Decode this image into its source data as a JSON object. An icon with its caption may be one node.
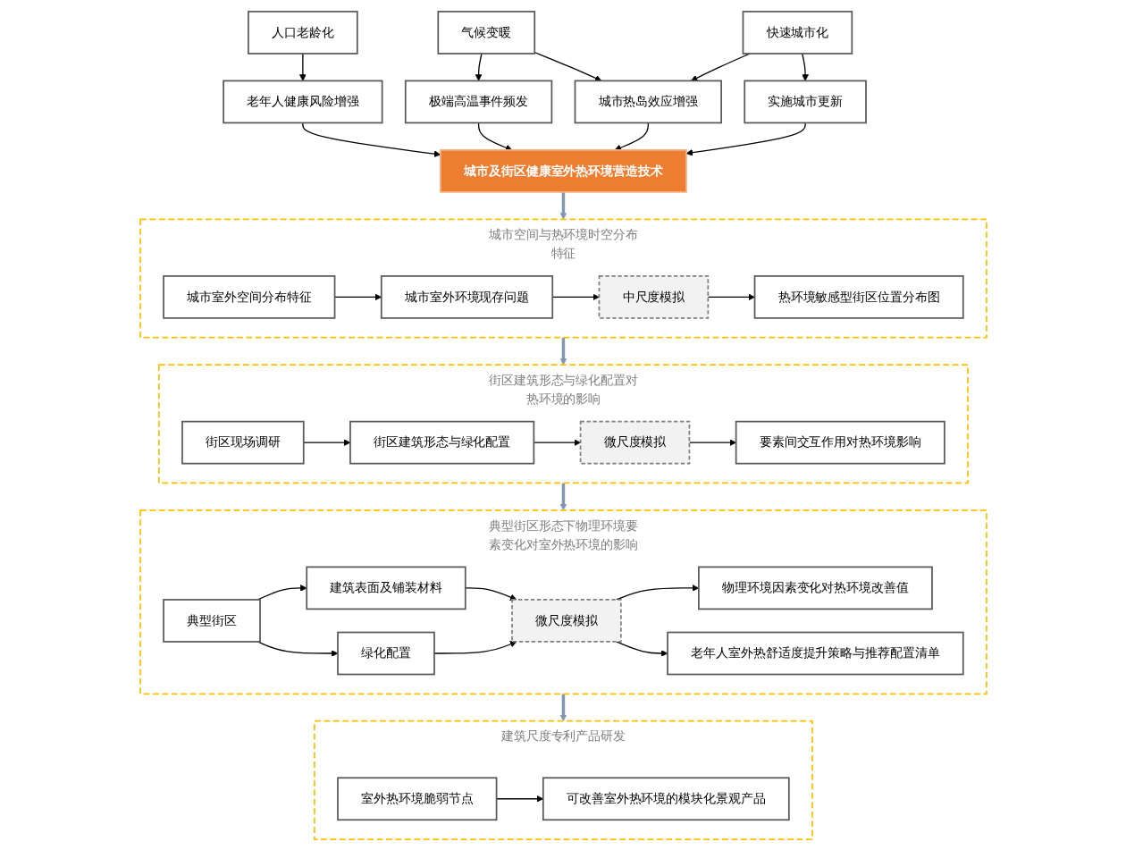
{
  "diagram": {
    "nodes": [
      {
        "text": [
          "人口老龄化"
        ]
      },
      {
        "text": [
          "气候变暖"
        ]
      },
      {
        "text": [
          "快速城市化"
        ]
      },
      {
        "text": [
          "老年人健康风险增强"
        ]
      },
      {
        "text": [
          "极端高温事件频发"
        ]
      },
      {
        "text": [
          "城市热岛效应增强"
        ]
      },
      {
        "text": [
          "实施城市更新"
        ]
      },
      {
        "text": [
          "城市及街区健康室外热环境营造技术"
        ]
      },
      {
        "text": [
          "城市空间与热环境时空分布特征"
        ]
      },
      {
        "text": [
          "城市室外空间分布特征"
        ],
        "in": 8
      },
      {
        "text": [
          "城市室外环境现存问题"
        ],
        "in": 8
      },
      {
        "text": [
          "中尺度模拟"
        ],
        "in": 8
      },
      {
        "text": [
          "热环境敏感型街区位置分布图"
        ],
        "in": 8
      },
      {
        "text": [
          "街区建筑形态与绿化配置对热环境的影响"
        ]
      },
      {
        "text": [
          "街区现场调研"
        ],
        "in": 13
      },
      {
        "text": [
          "街区建筑形态与绿化配置"
        ],
        "in": 13
      },
      {
        "text": [
          "微尺度模拟"
        ],
        "in": 13
      },
      {
        "text": [
          "要素间交互作用对热环境影响"
        ],
        "in": 13
      },
      {
        "text": [
          "典型街区形态下物理环境要素变化对室外热环境的影响"
        ]
      },
      {
        "text": [
          "典型街区"
        ],
        "in": 18
      },
      {
        "text": [
          "建筑表面及铺装材料"
        ],
        "in": 18
      },
      {
        "text": [
          "绿化配置"
        ],
        "in": 18
      },
      {
        "text": [
          "微尺度模拟"
        ],
        "in": 18
      },
      {
        "text": [
          "物理环境因素变化对热环境改善值"
        ],
        "in": 18
      },
      {
        "text": [
          "老年人室外热舒适度提升策略与推荐配置清单"
        ],
        "in": 18
      },
      {
        "text": [
          "建筑尺度专利产品研发"
        ]
      },
      {
        "text": [
          "室外热环境脆弱节点"
        ],
        "in": 25
      },
      {
        "text": [
          "可改善室外热环境的模块化景观产品"
        ],
        "in": 25
      }
    ],
    "edges": [
      {
        "from": 0,
        "to": 3,
        "arrow": "to"
      },
      {
        "from": 1,
        "to": 4,
        "arrow": "to"
      },
      {
        "from": 1,
        "to": 5,
        "arrow": "to"
      },
      {
        "from": 2,
        "to": 5,
        "arrow": "to"
      },
      {
        "from": 2,
        "to": 6,
        "arrow": "to"
      },
      {
        "from": 3,
        "to": 7,
        "arrow": "to"
      },
      {
        "from": 4,
        "to": 7,
        "arrow": "to"
      },
      {
        "from": 5,
        "to": 7,
        "arrow": "to"
      },
      {
        "from": 6,
        "to": 7,
        "arrow": "to"
      },
      {
        "from": 7,
        "to": 8,
        "arrow": "to",
        "style": "thick",
        "color": "#8497b0"
      },
      {
        "from": 9,
        "to": 10,
        "arrow": "to"
      },
      {
        "from": 10,
        "to": 11,
        "arrow": "to"
      },
      {
        "from": 11,
        "to": 12,
        "arrow": "to"
      },
      {
        "from": 8,
        "to": 13,
        "arrow": "to",
        "style": "thick",
        "color": "#8497b0"
      },
      {
        "from": 14,
        "to": 15,
        "arrow": "to"
      },
      {
        "from": 15,
        "to": 16,
        "arrow": "to"
      },
      {
        "from": 16,
        "to": 17,
        "arrow": "to"
      },
      {
        "from": 13,
        "to": 18,
        "arrow": "to",
        "style": "thick",
        "color": "#8497b0"
      },
      {
        "from": 19,
        "to": 20,
        "arrow": "to"
      },
      {
        "from": 19,
        "to": 21,
        "arrow": "to"
      },
      {
        "from": 20,
        "to": 22,
        "arrow": "to"
      },
      {
        "from": 21,
        "to": 22,
        "arrow": "to"
      },
      {
        "from": 22,
        "to": 23,
        "arrow": "to"
      },
      {
        "from": 22,
        "to": 24,
        "arrow": "to"
      },
      {
        "from": 18,
        "to": 25,
        "arrow": "to",
        "style": "thick",
        "color": "#8497b0"
      },
      {
        "from": 26,
        "to": 27,
        "arrow": "to"
      }
    ]
  }
}
